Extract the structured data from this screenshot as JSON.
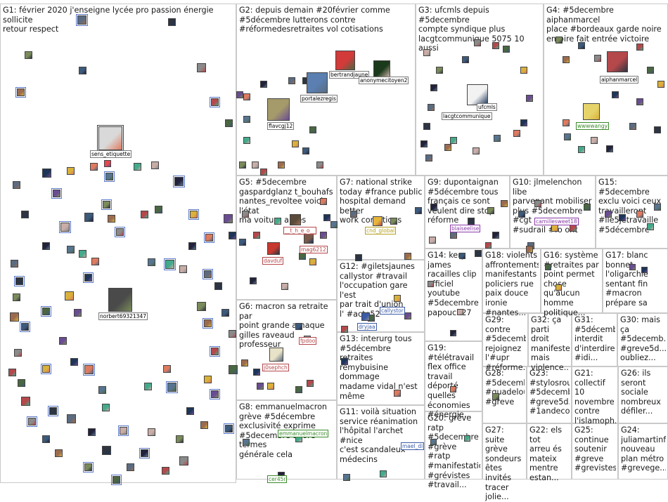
{
  "groups": [
    {
      "id": "G1",
      "text": "G1: février 2020 j'enseigne lycée pro passion énergie sollicite\nretour respect"
    },
    {
      "id": "G2",
      "text": "G2: depuis demain #20février comme\n#5décembre lutterons contre\n#réformedesretraites vol cotisations"
    },
    {
      "id": "G3",
      "text": "G3: ufcmls depuis #5decembre\ncompte syndique plus\nlacgtcommunique 5075 10 aussi"
    },
    {
      "id": "G4",
      "text": "G4: #5decembre aiphanmarcel\nplace #bordeaux garde noire\nempire fait entrée victoire"
    },
    {
      "id": "G5",
      "text": "G5: #5decembre\ngaspardglanz t_bouhafs\nnantes_revoltee voici l'état\nma voiture après"
    },
    {
      "id": "G6",
      "text": "G6: macron sa retraite par\npoint grande arnaque\ngilles raveaud professeur"
    },
    {
      "id": "G7",
      "text": "G7: national strike\ntoday #france public\nhospital demand better\nwork conditions"
    },
    {
      "id": "G8",
      "text": "G8: emmanuelmacron\ngrève #5décembre\nexclusivité exprime\n#5decembre adore termes\ngénérale cela"
    },
    {
      "id": "G9",
      "text": "G9: dupontaignan\n#5décembre tous\nfrançais ce sont\nveulent dire stop\nréforme"
    },
    {
      "id": "G10",
      "text": "G10: jlmelenchon libe\nparvenant mobiliser\nplus #5decembre #cgt\n#sudrail #fo ont"
    },
    {
      "id": "G11",
      "text": "G11: voilà situation\nservice réanimation\nl'hôpital l'archet #nice\nc'est scandaleux\nmédecins"
    },
    {
      "id": "G12",
      "text": "G12: #giletsjaunes\ncallystor #travail\nl'occupation gare l'est\npar trait d'union\nl' #acte52"
    },
    {
      "id": "G13",
      "text": "G13: interurg tous\n#5décembre retraites\nremybuisine dommage\nmadame vidal n'est\nmême"
    },
    {
      "id": "G14",
      "text": "G14: kery\njames\nracailles clip\nofficiel\nyoutube\n#5decembre\npapouch27"
    },
    {
      "id": "G15",
      "text": "G15:\n#5decembre\nexclu voici ceux\ntravailleront\n#lle5jetravaille\n#5décembre"
    },
    {
      "id": "G16",
      "text": "G16: système\n#retraites par\npoint permet\nchose qu'aucun\nhomme\npolitique..."
    },
    {
      "id": "G17",
      "text": "G17: blanc\nbonnet\nl'oligarchie\nsentant fin\n#macron\nprépare sa"
    },
    {
      "id": "G18",
      "text": "G18: violents\naffrontements\nmanifestants\npoliciers rue\npaix douce\nironie #nantes..."
    },
    {
      "id": "G19",
      "text": "G19:\n#télétravail\nflex office\ntravail déporté\nquelles\néconomies\n#énergie..."
    },
    {
      "id": "G20",
      "text": "G20: grève\nratp\n#5decembre\n#grève #ratp\n#manifestatio...\n#grévistes\n#travail..."
    },
    {
      "id": "G21",
      "text": "G21:\ncollectif 10\nnovembre\ncontre\nl'islamoph..."
    },
    {
      "id": "G22",
      "text": "G22: els tot\narreu és\nmateix\nmentre\nestan..."
    },
    {
      "id": "G23",
      "text": "G23:\n#stylosrou...\n#5decemb...\n#greve5d...\n#1andecol..."
    },
    {
      "id": "G24",
      "text": "G24:\njuliamartinfr\nnouveau\nplan métro\n#grevege..."
    },
    {
      "id": "G25",
      "text": "G25:\ncontinue\nsoutenir\n#greve\n#grevistes..."
    },
    {
      "id": "G26",
      "text": "G26: ils\nseront\nsociale\nnombreux\ndéfiler..."
    },
    {
      "id": "G27",
      "text": "G27: suite\ngrève\nsondeurs\nêtes invités\ntracer jolie..."
    },
    {
      "id": "G28",
      "text": "G28:\n#5decemb...\n#guadelou...\n#greve"
    },
    {
      "id": "G29",
      "text": "G29: contre\n#5decemb...\nrejoignez\nl'#upr\n#réforme..."
    },
    {
      "id": "G30",
      "text": "G30: mais\nça\n#5decemb...\n#greve5d...\noubliez..."
    },
    {
      "id": "G31",
      "text": "G31:\n#5décemb...\ninterdit\nd'interdire\n#idi..."
    },
    {
      "id": "G32",
      "text": "G32: ça\nparti droit\nmanifester\nmais\nviolence..."
    }
  ],
  "node_labels": {
    "sens_etiquette": "sens_etiquette",
    "norbert": "norbert69321347",
    "flavcgj12": "flavcgj12",
    "portalezregis": "portalezregis",
    "bertrandjaune": "bertrandjaune",
    "anonymecitoyen2": "anonymecitoyen2",
    "ufcmls": "ufcmls",
    "lacgtcommunique": "lacgtcommunique",
    "aiphanmarcel": "aiphanmarcel",
    "wwwwangy": "wwwwangy",
    "t_h_e_o": "__t_h_e_o__",
    "mag6212": "mag6212",
    "davduf": "davduf",
    "cnd_global": "cnd_global",
    "blaiseelise": "blaiseelise",
    "camillesweet18": "camillesweet18",
    "callystor": "callystor",
    "dryjaa": "dryjaa",
    "fpdoo": "fpdoo",
    "j0sephch": "j0sephch",
    "emmanuelmacron": "emmanuelmacron",
    "cer45r": "cer45r",
    "mael_di": "mael_di"
  },
  "legend": {
    "edge_color": "#e8474c",
    "edge_grey": "#b4b4b4",
    "panel_border": "#c9c9c9"
  }
}
